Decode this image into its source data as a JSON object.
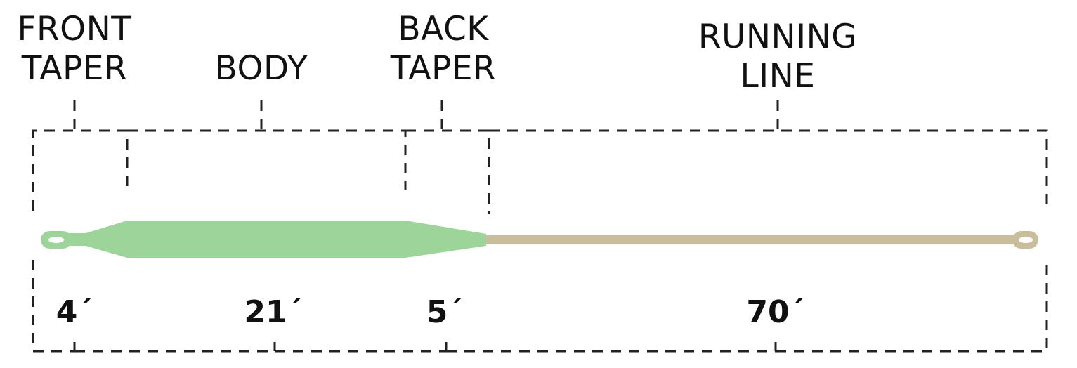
{
  "colors": {
    "head": "#9dd49a",
    "running_line": "#c8be9c",
    "ink": "#111111",
    "bracket": "#222222"
  },
  "sections": [
    {
      "id": "front-taper",
      "label_lines": [
        "FRONT",
        "TAPER"
      ],
      "length_label": "4´",
      "length_ft": 4
    },
    {
      "id": "body",
      "label_lines": [
        "BODY"
      ],
      "length_label": "21´",
      "length_ft": 21
    },
    {
      "id": "back-taper",
      "label_lines": [
        "BACK",
        "TAPER"
      ],
      "length_label": "5´",
      "length_ft": 5
    },
    {
      "id": "running-line",
      "label_lines": [
        "RUNNING",
        "LINE"
      ],
      "length_label": "70´",
      "length_ft": 70
    }
  ]
}
